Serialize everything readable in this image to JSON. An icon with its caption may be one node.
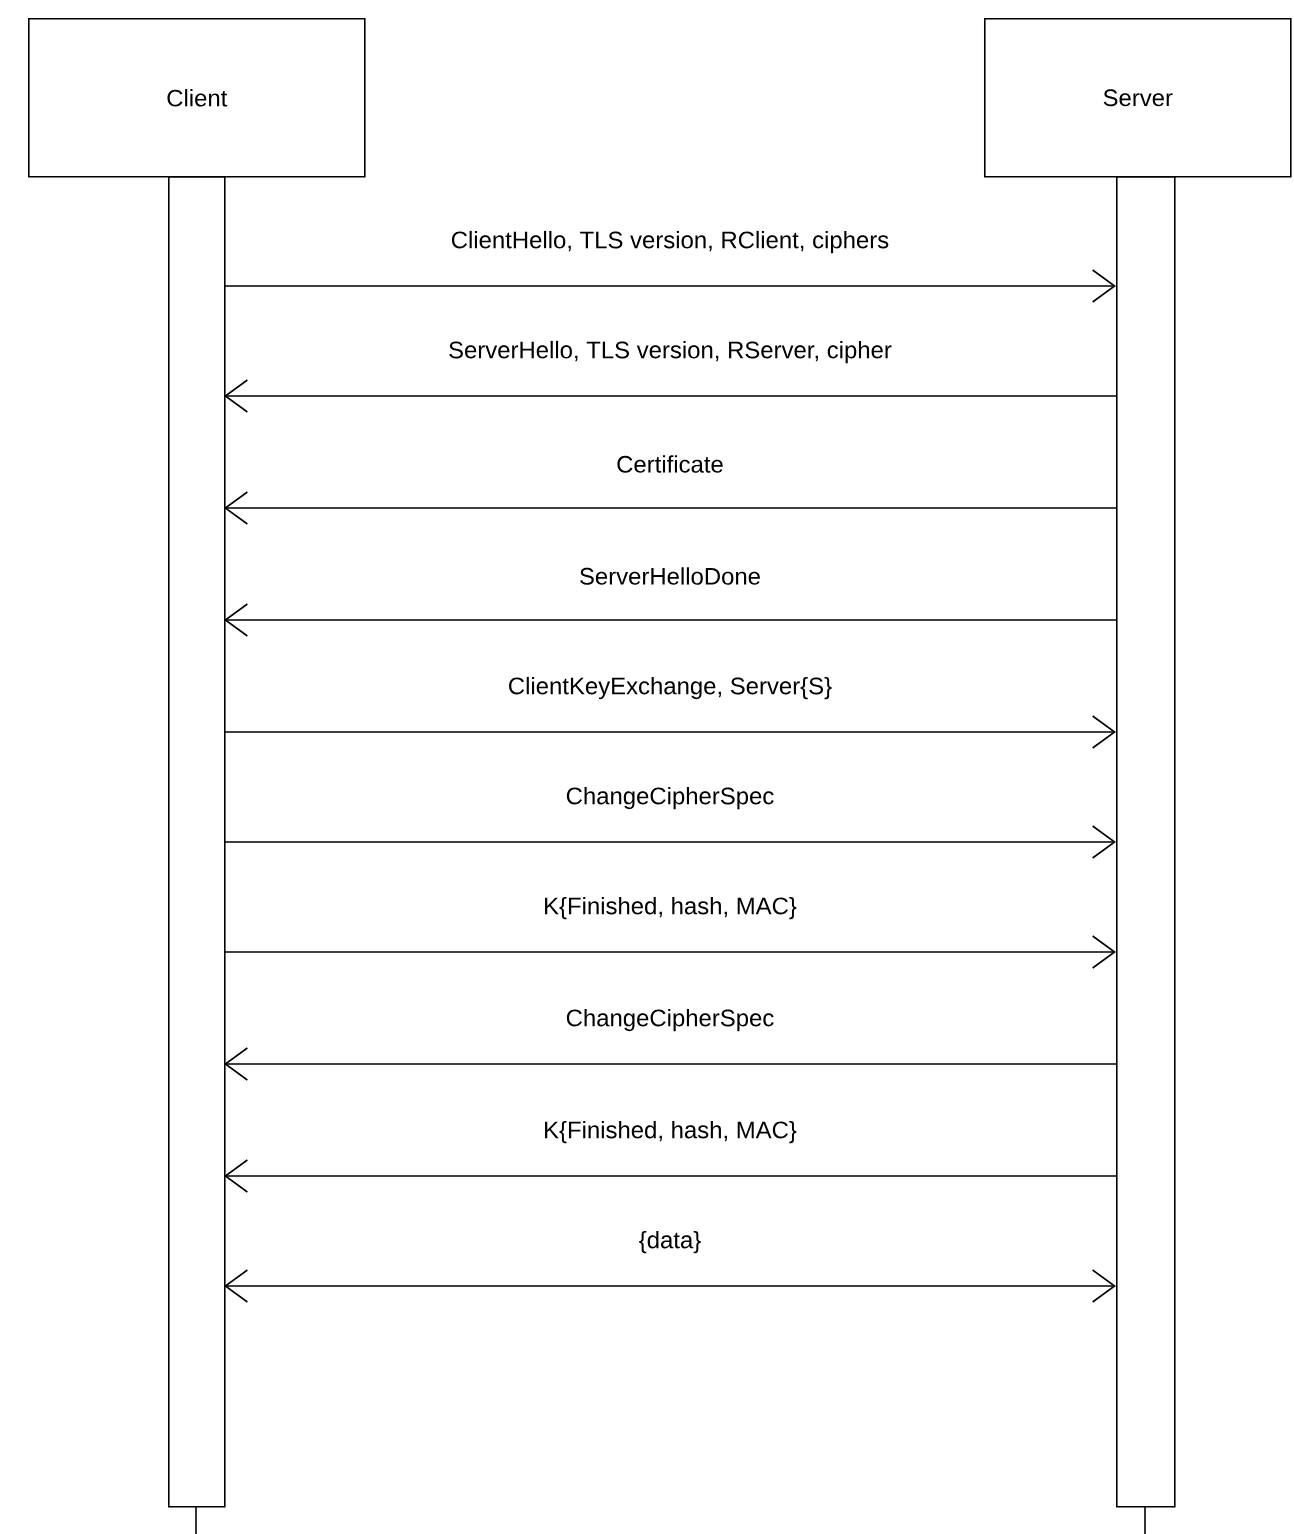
{
  "diagram": {
    "nodes": [
      {
        "text": [
          "Client"
        ]
      },
      {
        "text": [
          "Server"
        ]
      },
      {
        "text": [],
        "shape": "bar"
      },
      {
        "text": [],
        "shape": "bar"
      }
    ],
    "edges": [
      {
        "from": 2,
        "to": 3,
        "arrow": "to",
        "label": "ClientHello, TLS version, RClient, ciphers"
      },
      {
        "from": 3,
        "to": 2,
        "arrow": "to",
        "label": "ServerHello, TLS version, RServer, cipher"
      },
      {
        "from": 3,
        "to": 2,
        "arrow": "to",
        "label": "Certificate"
      },
      {
        "from": 3,
        "to": 2,
        "arrow": "to",
        "label": "ServerHelloDone"
      },
      {
        "from": 2,
        "to": 3,
        "arrow": "to",
        "label": "ClientKeyExchange, Server{S}"
      },
      {
        "from": 2,
        "to": 3,
        "arrow": "to",
        "label": "ChangeCipherSpec"
      },
      {
        "from": 2,
        "to": 3,
        "arrow": "to",
        "label": "K{Finished, hash, MAC}"
      },
      {
        "from": 3,
        "to": 2,
        "arrow": "to",
        "label": "ChangeCipherSpec"
      },
      {
        "from": 3,
        "to": 2,
        "arrow": "to",
        "label": "K{Finished, hash, MAC}"
      },
      {
        "from": 2,
        "to": 3,
        "arrow": "both",
        "label": "{data}"
      }
    ]
  }
}
